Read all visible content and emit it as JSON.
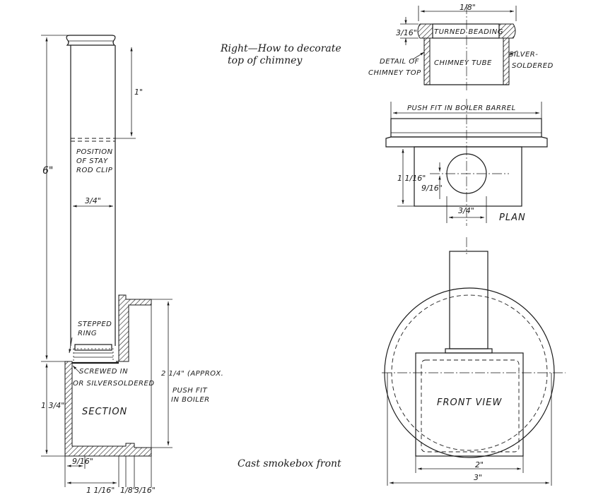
{
  "captions": {
    "right_line1": "Right—How to decorate",
    "right_line2": "top of chimney",
    "bottom": "Cast smokebox front"
  },
  "section_view": {
    "label": "SECTION",
    "overall_height": "6\"",
    "position_line1": "POSITION",
    "position_line2": "OF STAY",
    "position_line3": "ROD CLIP",
    "tube_dia": "3/4\"",
    "top_dim": "1\"",
    "stepped_line1": "STEPPED",
    "stepped_line2": "RING",
    "screwed": "SCREWED IN",
    "silversoldered": "OR SILVERSOLDERED",
    "smokebox_height": "1 3/4\"",
    "approx_line1": "2 1/4\" (APPROX.",
    "approx_line2": "PUSH FIT",
    "approx_line3": "IN BOILER",
    "dim_9_16": "9/16\"",
    "dim_1_1_16": "1 1/16\"",
    "dim_1_8": "1/8\"",
    "dim_3_16": "3/16\""
  },
  "detail_view": {
    "top_dim": "1/8\"",
    "side_dim": "3/16\"",
    "turned_beading": "TURNED BEADING",
    "chimney_tube": "CHIMNEY TUBE",
    "detail_line1": "DETAIL OF",
    "detail_line2": "CHIMNEY TOP",
    "silver_line1": "SILVER-",
    "silver_line2": "SOLDERED"
  },
  "plan_view": {
    "label": "PLAN",
    "push_fit": "PUSH FIT IN BOILER BARREL",
    "height_dim": "1 1/16\"",
    "inner_dim": "9/16\"",
    "tube_dim": "3/4\""
  },
  "front_view": {
    "label": "FRONT VIEW",
    "inner_width": "2\"",
    "outer_width": "3\""
  }
}
